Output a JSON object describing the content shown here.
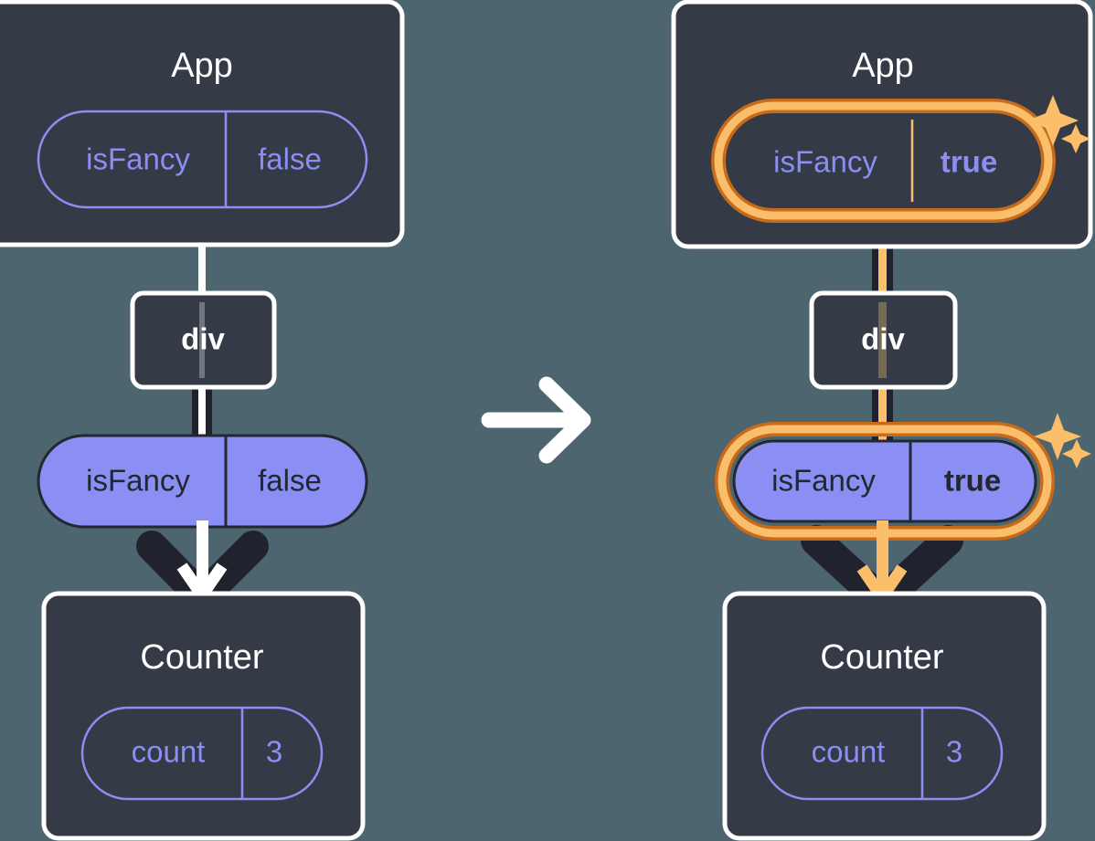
{
  "diagram": {
    "title_left": "App",
    "title_right": "App",
    "background_color": "#4d656f",
    "card_color": "#343a46",
    "card_border_color": "#ffffff",
    "state_pill_fill": "#8b8ef2",
    "state_pill_text_color": "#23272f",
    "outline_pill_stroke": "#8b8ef2",
    "highlight_outer_color": "#c76a1a",
    "highlight_inner_color": "#fbbf6b",
    "connector_dark_color": "#20232e",
    "connector_light_color": "#ffffff",
    "connector_highlight_color": "#fbbf6b",
    "transition_arrow_color": "#ffffff"
  },
  "left_panel": {
    "app_card": {
      "label": "App",
      "state_pill": {
        "key": "isFancy",
        "value": "false",
        "style": "outline",
        "highlighted": false,
        "bold_value": false
      }
    },
    "div_node": {
      "label": "div"
    },
    "prop_pill": {
      "key": "isFancy",
      "value": "false",
      "style": "solid",
      "highlighted": false,
      "bold_value": false
    },
    "counter_card": {
      "label": "Counter",
      "state_pill": {
        "key": "count",
        "value": "3",
        "style": "outline",
        "highlighted": false,
        "bold_value": false
      }
    }
  },
  "transition": {
    "icon": "arrow-right-icon"
  },
  "right_panel": {
    "app_card": {
      "label": "App",
      "state_pill": {
        "key": "isFancy",
        "value": "true",
        "style": "outline",
        "highlighted": true,
        "bold_value": true
      },
      "sparkle": "sparkle-icon"
    },
    "div_node": {
      "label": "div"
    },
    "prop_pill": {
      "key": "isFancy",
      "value": "true",
      "style": "solid",
      "highlighted": true,
      "bold_value": true
    },
    "sparkle": "sparkle-icon",
    "counter_card": {
      "label": "Counter",
      "state_pill": {
        "key": "count",
        "value": "3",
        "style": "outline",
        "highlighted": false,
        "bold_value": false
      }
    }
  }
}
